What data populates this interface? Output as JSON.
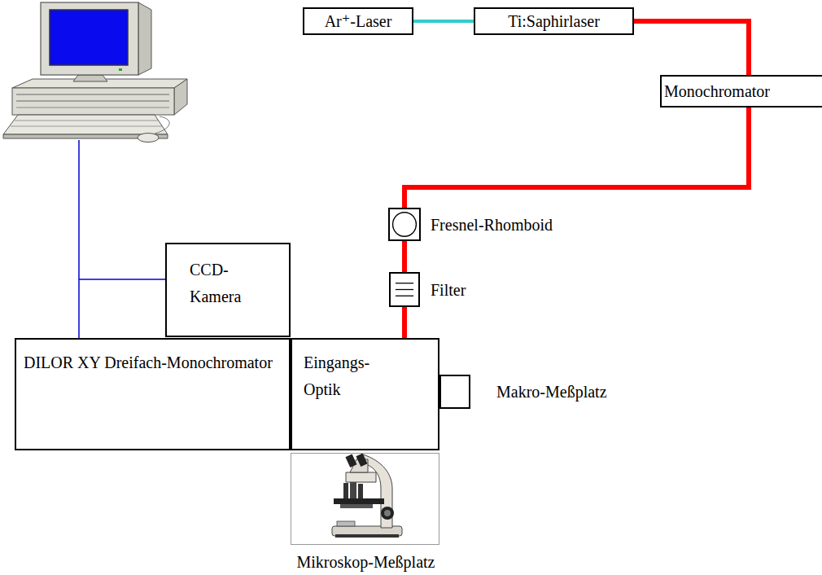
{
  "diagram": {
    "nodes": [
      {
        "text": [
          "Ar⁺-Laser"
        ]
      },
      {
        "text": [
          "Ti:Saphirlaser"
        ]
      },
      {
        "text": [
          "Monochromator"
        ]
      },
      {
        "text": [
          "Fresnel-Rhomboid"
        ]
      },
      {
        "text": [
          "Filter"
        ]
      },
      {
        "text": [
          "Eingangs- Optik"
        ]
      },
      {
        "text": [
          "Makro-Meßplatz"
        ]
      },
      {
        "text": [
          "DILOR XY Dreifach-Monochromator"
        ]
      },
      {
        "text": [
          "CCD- Kamera"
        ]
      },
      {
        "text": [
          "Mikroskop-Meßplatz"
        ]
      }
    ],
    "edges": [
      {
        "from": 0,
        "to": 1,
        "arrow": "none"
      },
      {
        "from": 1,
        "to": 2,
        "arrow": "none"
      },
      {
        "from": 2,
        "to": 3,
        "arrow": "none"
      },
      {
        "from": 3,
        "to": 4,
        "arrow": "none"
      },
      {
        "from": 4,
        "to": 5,
        "arrow": "none"
      }
    ]
  }
}
